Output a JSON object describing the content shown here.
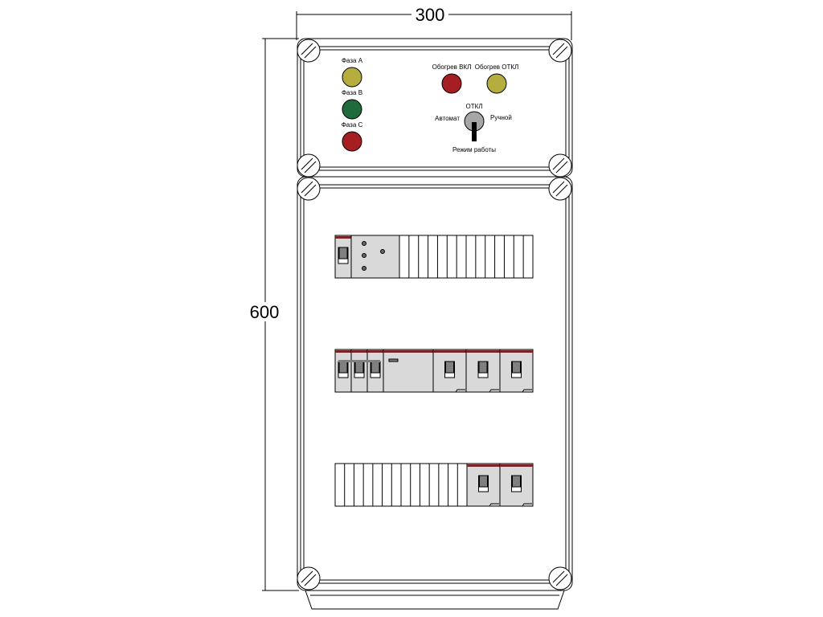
{
  "dimensions": {
    "width": "300",
    "height": "600"
  },
  "top_panel": {
    "phase_a": {
      "label": "Фаза А",
      "color": "#b5ad3e"
    },
    "phase_b": {
      "label": "Фаза В",
      "color": "#1f6b3c"
    },
    "phase_c": {
      "label": "Фаза С",
      "color": "#a51f22"
    },
    "heating_on": {
      "label": "Обогрев ВКЛ",
      "color": "#a51f22"
    },
    "heating_off": {
      "label": "Обогрев ОТКЛ",
      "color": "#b5ad3e"
    },
    "mode_switch": {
      "off_label": "ОТКЛ",
      "auto_label": "Автомат",
      "manual_label": "Ручной",
      "title": "Режим работы"
    }
  },
  "colors": {
    "module": "#d9d9d9",
    "module_stripe": "#7a2427",
    "toggle": "#808080"
  }
}
